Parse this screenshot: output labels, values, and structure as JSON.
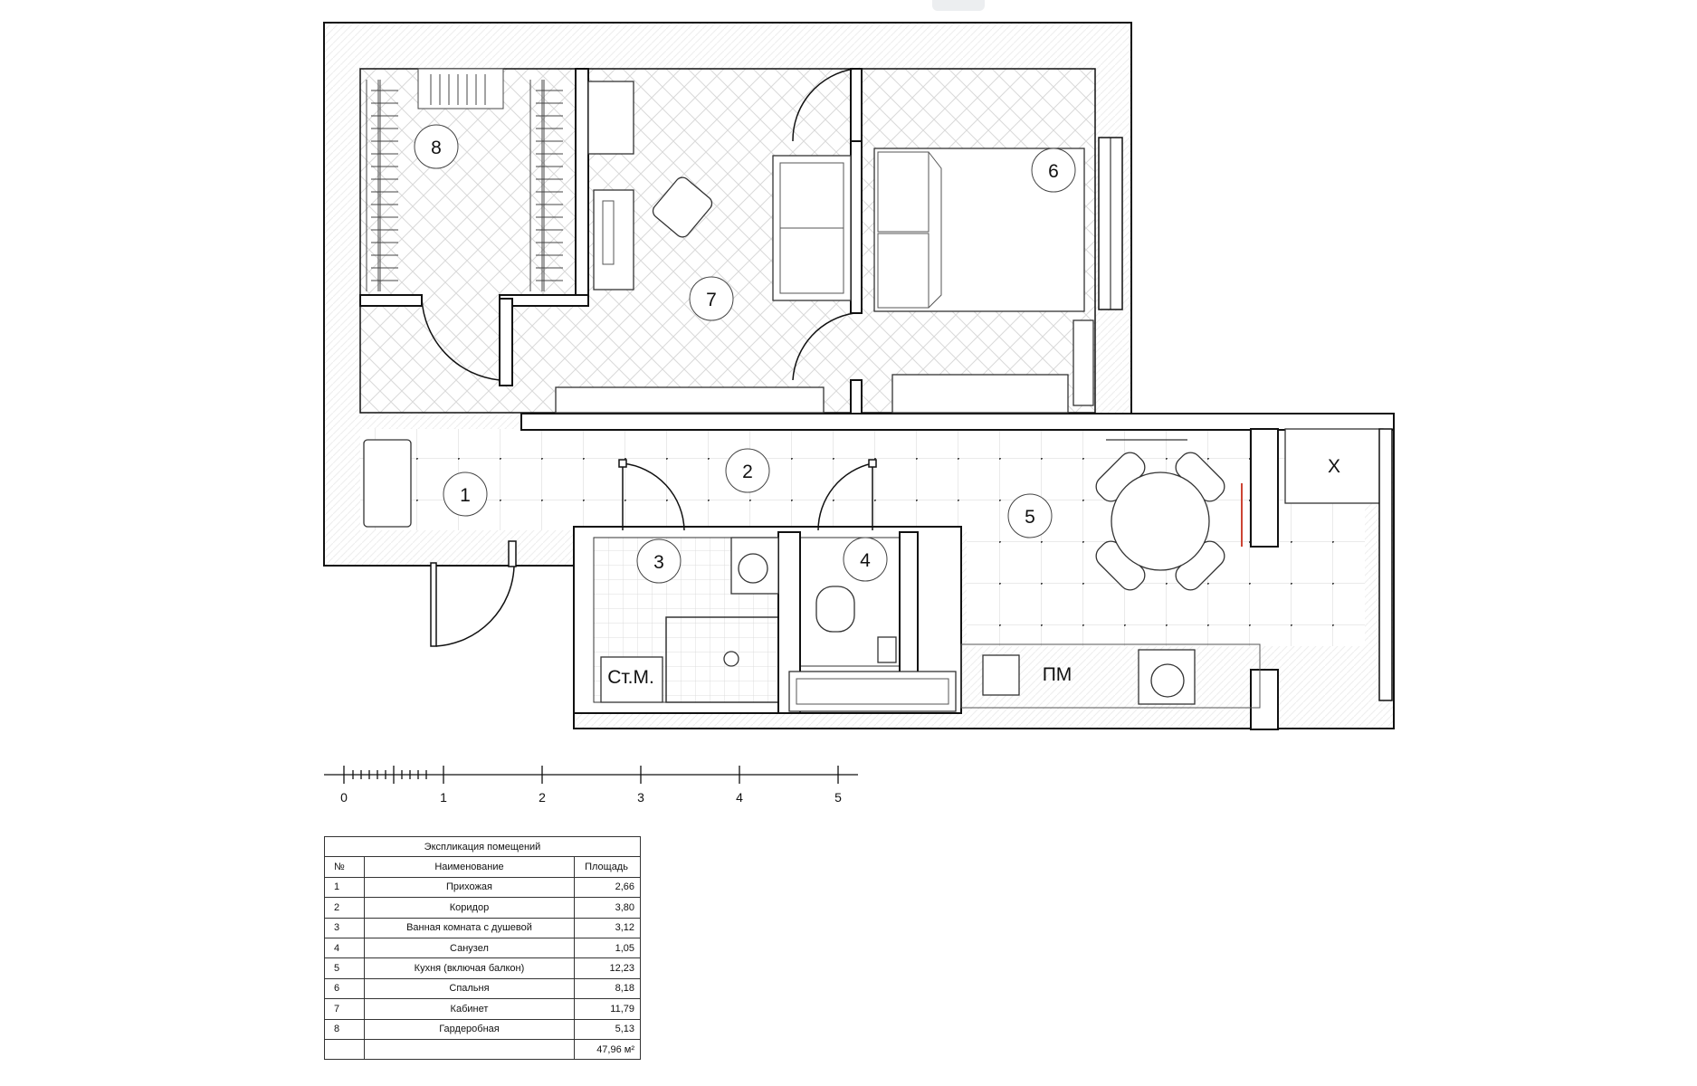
{
  "rooms": [
    {
      "no": "1",
      "name": "Прихожая",
      "area": "2,66"
    },
    {
      "no": "2",
      "name": "Коридор",
      "area": "3,80"
    },
    {
      "no": "3",
      "name": "Ванная комната с душевой",
      "area": "3,12"
    },
    {
      "no": "4",
      "name": "Санузел",
      "area": "1,05"
    },
    {
      "no": "5",
      "name": "Кухня (включая балкон)",
      "area": "12,23"
    },
    {
      "no": "6",
      "name": "Спальня",
      "area": "8,18"
    },
    {
      "no": "7",
      "name": "Кабинет",
      "area": "11,79"
    },
    {
      "no": "8",
      "name": "Гардеробная",
      "area": "5,13"
    }
  ],
  "legend": {
    "title": "Экспликация помещений",
    "col_no": "№",
    "col_name": "Наименование",
    "col_area": "Площадь",
    "total": "47,96 м²"
  },
  "plan_labels": {
    "washer": "Ст.М.",
    "dishwasher": "ПМ",
    "fridge": "Х"
  },
  "scale": {
    "ticks": [
      "0",
      "1",
      "2",
      "3",
      "4",
      "5"
    ]
  }
}
